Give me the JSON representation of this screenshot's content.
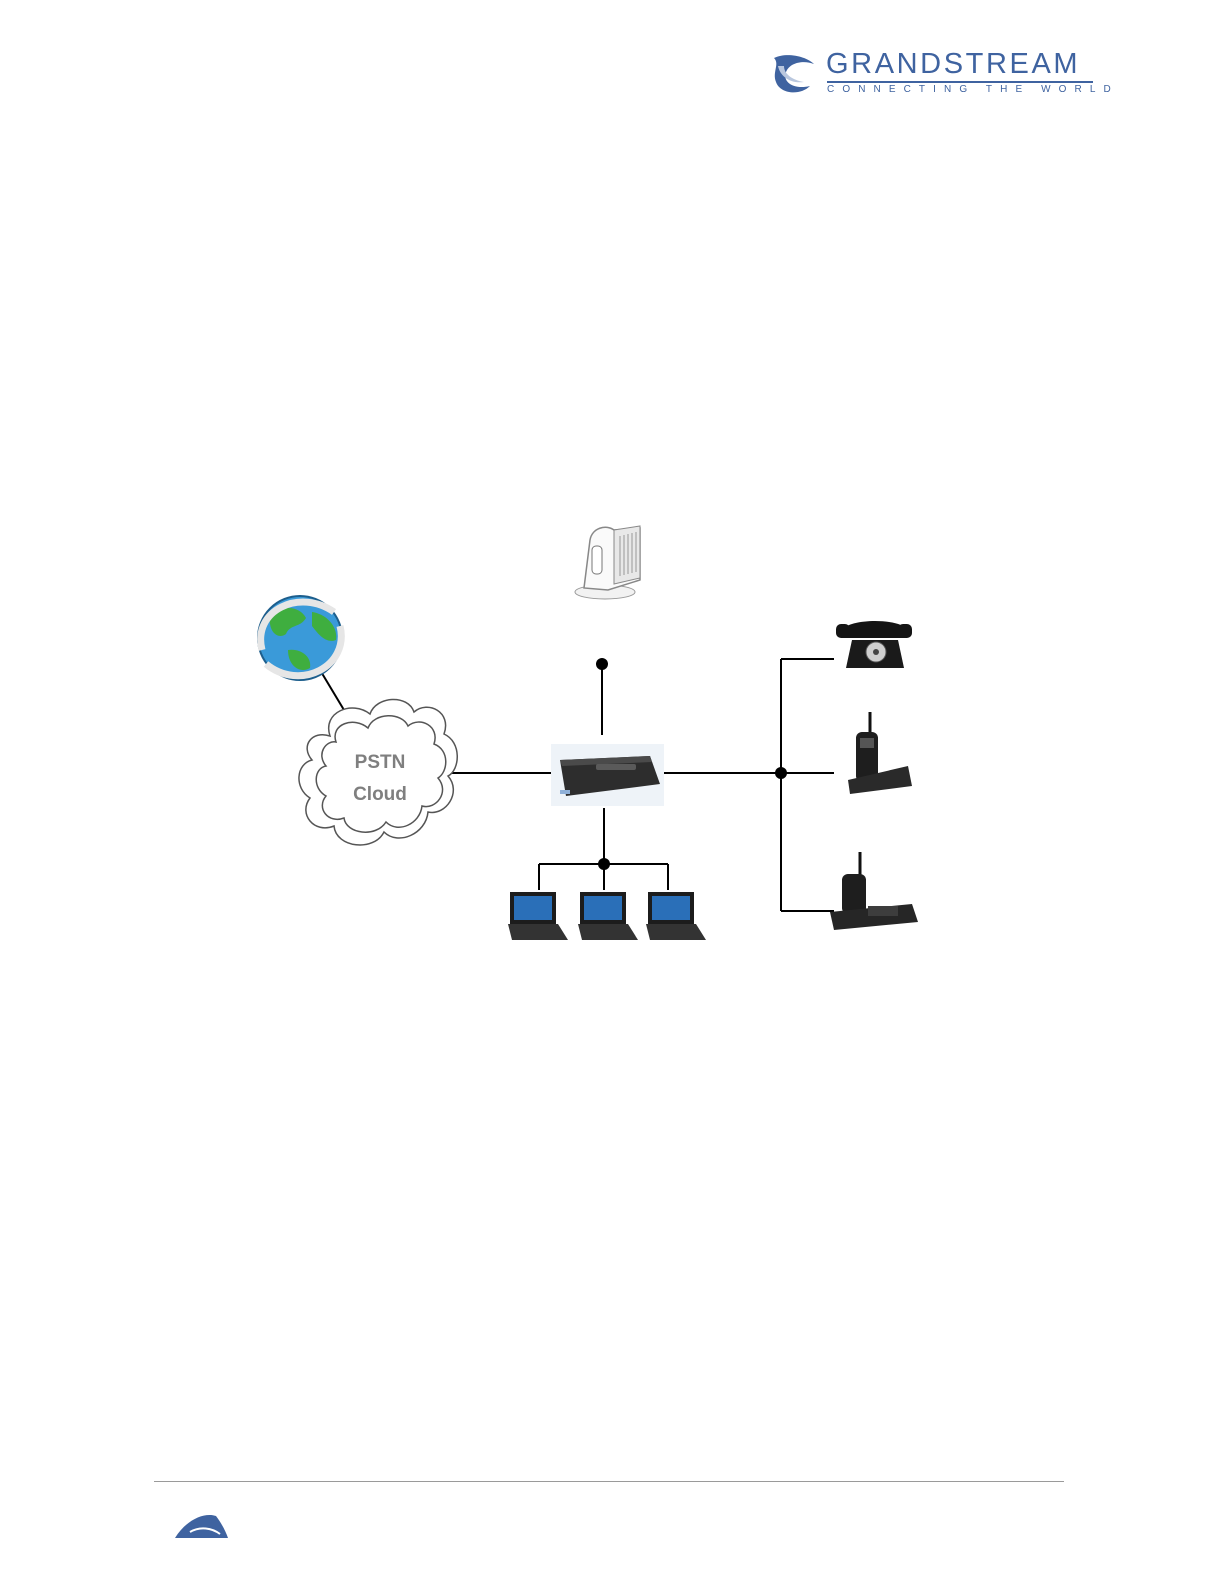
{
  "header": {
    "brand_name": "GRANDSTREAM",
    "brand_tagline": "CONNECTING THE WORLD",
    "brand_color": "#3f63a0"
  },
  "diagram": {
    "cloud_label_line1": "PSTN",
    "cloud_label_line2": "Cloud",
    "nodes": [
      {
        "icon": "globe-icon"
      },
      {
        "icon": "pstn-cloud-icon"
      },
      {
        "icon": "modem-router-icon"
      },
      {
        "icon": "gateway-device-icon"
      },
      {
        "icon": "laptop-icon"
      },
      {
        "icon": "laptop-icon"
      },
      {
        "icon": "laptop-icon"
      },
      {
        "icon": "rotary-phone-icon"
      },
      {
        "icon": "cordless-phone-icon"
      },
      {
        "icon": "cordless-phone-base-icon"
      }
    ]
  }
}
